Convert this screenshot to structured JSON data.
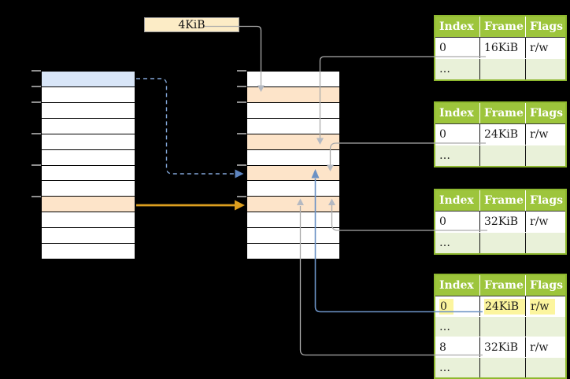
{
  "label_box": {
    "text": "4KiB"
  },
  "memory_columns": {
    "left": {
      "rows": 12,
      "highlights": {
        "0": "blue",
        "8": "orange"
      },
      "ticks": [
        0,
        1,
        2,
        4,
        6,
        8
      ]
    },
    "middle": {
      "rows": 12,
      "highlights": {
        "1": "orange",
        "4": "orange",
        "6": "orange",
        "8": "orange"
      },
      "ticks": [
        0,
        1,
        2,
        4,
        6,
        8
      ]
    }
  },
  "tables": [
    {
      "headers": [
        "Index",
        "Frame",
        "Flags"
      ],
      "rows": [
        [
          "0",
          "16KiB",
          "r/w"
        ],
        [
          "…",
          "",
          ""
        ]
      ]
    },
    {
      "headers": [
        "Index",
        "Frame",
        "Flags"
      ],
      "rows": [
        [
          "0",
          "24KiB",
          "r/w"
        ],
        [
          "…",
          "",
          ""
        ]
      ]
    },
    {
      "headers": [
        "Index",
        "Frame",
        "Flags"
      ],
      "rows": [
        [
          "0",
          "32KiB",
          "r/w"
        ],
        [
          "…",
          "",
          ""
        ]
      ]
    },
    {
      "headers": [
        "Index",
        "Frame",
        "Flags"
      ],
      "rows": [
        [
          "0",
          "24KiB",
          "r/w"
        ],
        [
          "…",
          "",
          ""
        ],
        [
          "8",
          "32KiB",
          "r/w"
        ],
        [
          "…",
          "",
          ""
        ]
      ]
    }
  ],
  "colors": {
    "page_highlight_blue": "#d9e6f8",
    "frame_highlight_orange": "#fde4c9",
    "table_header_green": "#9dc53c",
    "table_border_green": "#8eb82f",
    "table_shaded_row_green": "#e9f1d9",
    "text_highlight_yellow": "#fcf59e",
    "label_box_cream": "#fcecc6",
    "connector_gray": "#b0b0b0",
    "connector_blue": "#6b91c4",
    "connector_gold": "#dd9f1f"
  }
}
